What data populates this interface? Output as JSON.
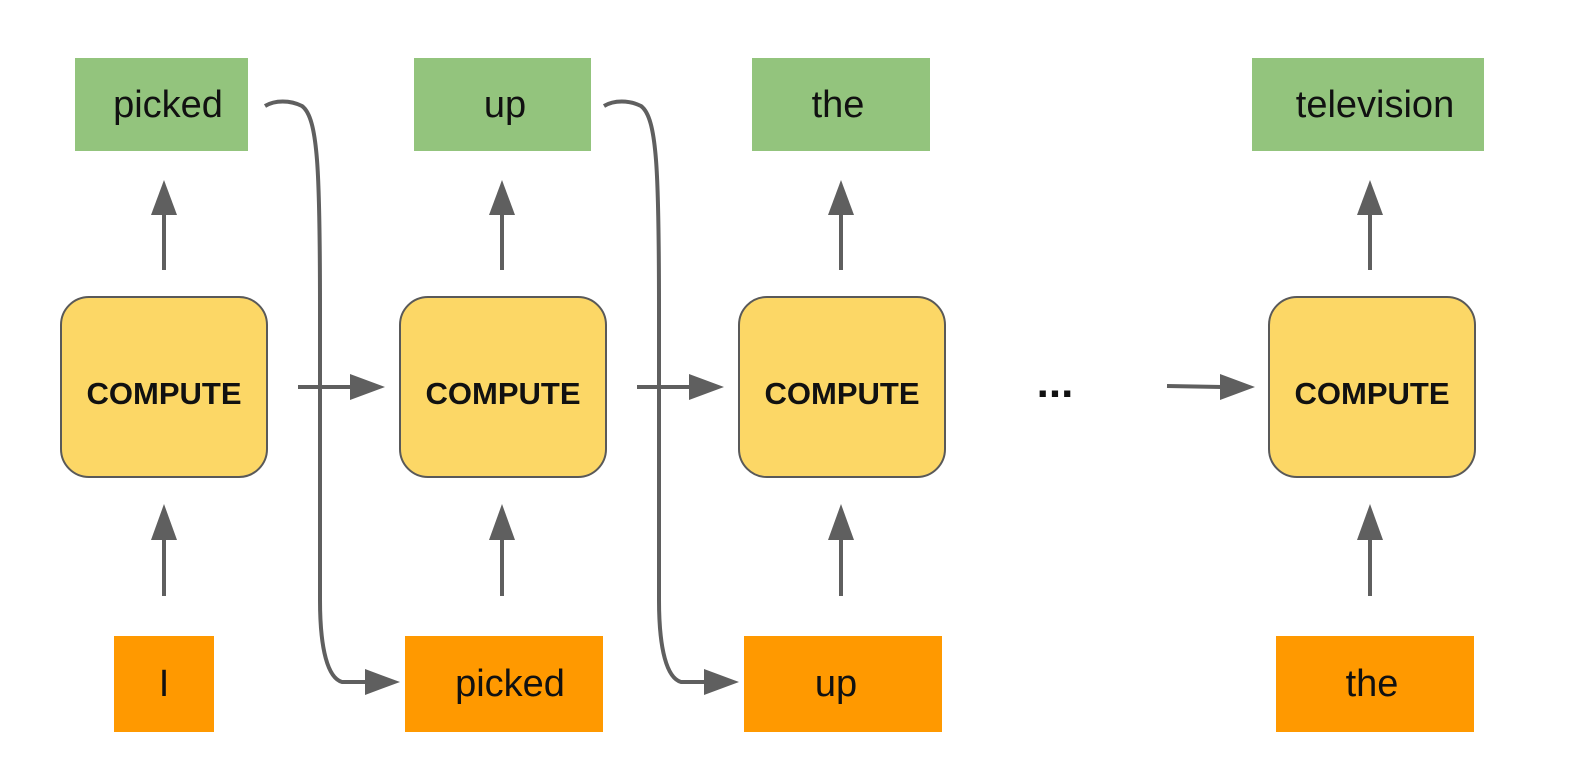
{
  "colors": {
    "output_box": "#93c47d",
    "input_box": "#ff9900",
    "compute_box": "#fcd766",
    "compute_border": "#595959",
    "arrow": "#5f5f5f",
    "text": "#111111"
  },
  "steps": [
    {
      "output": "picked",
      "compute": "COMPUTE",
      "input": "I"
    },
    {
      "output": "up",
      "compute": "COMPUTE",
      "input": "picked"
    },
    {
      "output": "the",
      "compute": "COMPUTE",
      "input": "up"
    },
    {
      "output": "television",
      "compute": "COMPUTE",
      "input": "the"
    }
  ],
  "ellipsis": "..."
}
